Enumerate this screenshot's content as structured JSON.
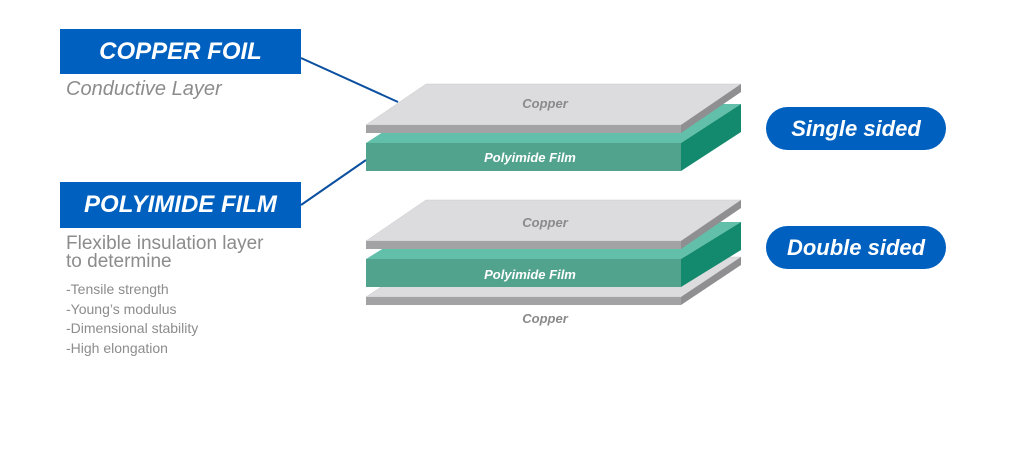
{
  "left_labels": {
    "copper_foil": {
      "title": "COPPER FOIL",
      "subtitle": "Conductive Layer"
    },
    "polyimide_film": {
      "title": "POLYIMIDE FILM",
      "description_line1": "Flexible insulation layer",
      "description_line2": "to determine",
      "properties": [
        "-Tensile strength",
        "-Young’s modulus",
        "-Dimensional stability",
        "-High elongation"
      ]
    }
  },
  "stacks": {
    "single_sided": {
      "badge": "Single sided",
      "layers": [
        "Copper",
        "Polyimide Film"
      ]
    },
    "double_sided": {
      "badge": "Double sided",
      "layers": [
        "Copper",
        "Polyimide Film",
        "Copper"
      ]
    }
  },
  "colors": {
    "brand_blue": "#0060bf",
    "copper_top": "#dcdcde",
    "copper_edge": "#a3a3a5",
    "film_top": "#62c0aa",
    "film_front": "#52a38d",
    "film_side": "#138a6d",
    "sub_text": "#8c8c8c"
  }
}
